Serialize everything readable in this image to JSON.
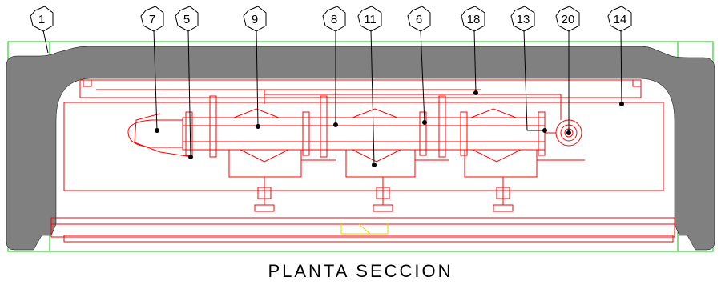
{
  "title": "PLANTA SECCION",
  "callouts": [
    {
      "id": "c1",
      "label": "1"
    },
    {
      "id": "c7",
      "label": "7"
    },
    {
      "id": "c5",
      "label": "5"
    },
    {
      "id": "c9",
      "label": "9"
    },
    {
      "id": "c8",
      "label": "8"
    },
    {
      "id": "c11",
      "label": "11"
    },
    {
      "id": "c6",
      "label": "6"
    },
    {
      "id": "c18",
      "label": "18"
    },
    {
      "id": "c13",
      "label": "13"
    },
    {
      "id": "c20",
      "label": "20"
    },
    {
      "id": "c14",
      "label": "14"
    }
  ],
  "colors": {
    "equipment": "#ff0000",
    "wall": "#808080",
    "outline": "#00cc00",
    "hatch": "#ffff00",
    "leader": "#000000"
  }
}
